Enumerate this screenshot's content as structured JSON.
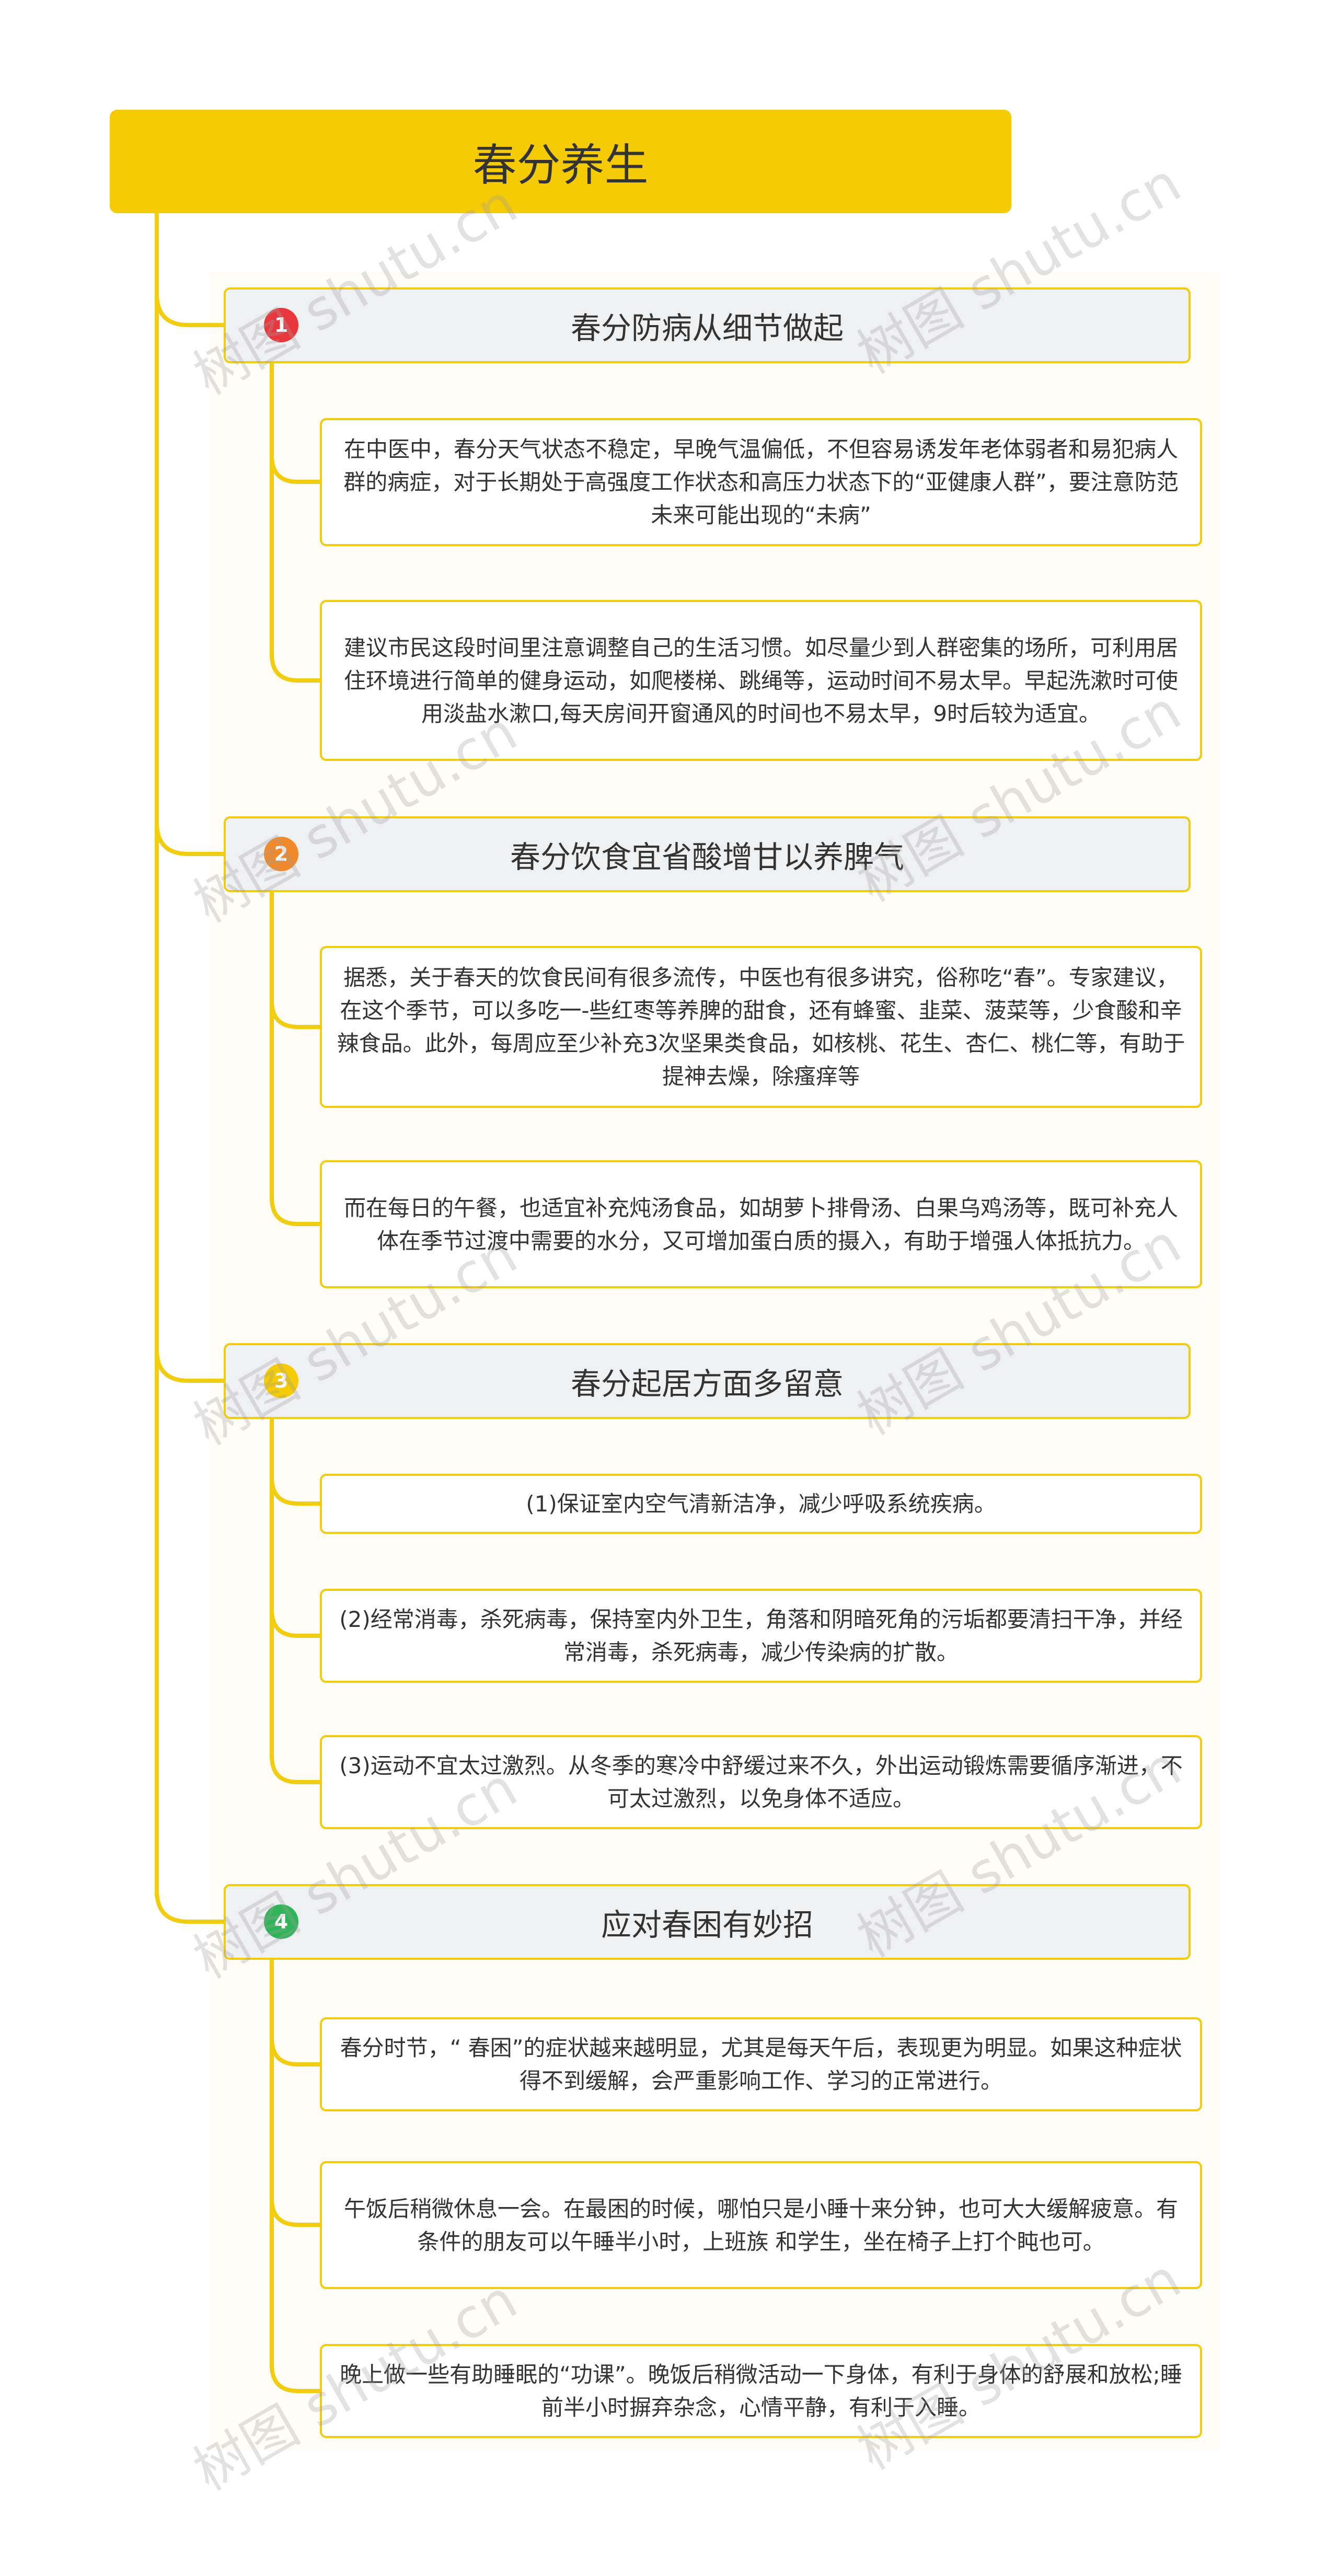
{
  "title": "春分养生",
  "colors": {
    "root_fill": "#f5cb05",
    "line": "#f2cc0e",
    "topic_fill": "#eff0f2",
    "badge_1": "#e8383d",
    "badge_2": "#f08a2c",
    "badge_3": "#f5cb05",
    "badge_4": "#2fb457"
  },
  "watermark": "树图 shutu.cn",
  "topics": [
    {
      "number": "1",
      "label": "春分防病从细节做起",
      "items": [
        "在中医中，春分天气状态不稳定，早晚气温偏低，不但容易诱发年老体弱者和易犯病人群的病症，对于长期处于高强度工作状态和高压力状态下的“亚健康人群”，要注意防范未来可能出现的“未病”",
        "建议市民这段时间里注意调整自己的生活习惯。如尽量少到人群密集的场所，可利用居住环境进行简单的健身运动，如爬楼梯、跳绳等，运动时间不易太早。早起洗漱时可使用淡盐水漱口,每天房间开窗通风的时间也不易太早，9时后较为适宜。"
      ]
    },
    {
      "number": "2",
      "label": "春分饮食宜省酸增甘以养脾气",
      "items": [
        "据悉，关于春天的饮食民间有很多流传，中医也有很多讲究，俗称吃“春”。专家建议，在这个季节，可以多吃一-些红枣等养脾的甜食，还有蜂蜜、韭菜、菠菜等，少食酸和辛辣食品。此外，每周应至少补充3次坚果类食品，如核桃、花生、杏仁、桃仁等，有助于提神去燥，除瘙痒等",
        "而在每日的午餐，也适宜补充炖汤食品，如胡萝卜排骨汤、白果乌鸡汤等，既可补充人体在季节过渡中需要的水分，又可增加蛋白质的摄入，有助于增强人体抵抗力。"
      ]
    },
    {
      "number": "3",
      "label": "春分起居方面多留意",
      "items": [
        "(1)保证室内空气清新洁净，减少呼吸系统疾病。",
        "(2)经常消毒，杀死病毒，保持室内外卫生，角落和阴暗死角的污垢都要清扫干净，并经常消毒，杀死病毒，减少传染病的扩散。",
        "(3)运动不宜太过激烈。从冬季的寒冷中舒缓过来不久，外出运动锻炼需要循序渐进，不可太过激烈，以免身体不适应。"
      ]
    },
    {
      "number": "4",
      "label": "应对春困有妙招",
      "items": [
        "春分时节，“ 春困”的症状越来越明显，尤其是每天午后，表现更为明显。如果这种症状得不到缓解，会严重影响工作、学习的正常进行。",
        "午饭后稍微休息一会。在最困的时候，哪怕只是小睡十来分钟，也可大大缓解疲意。有条件的朋友可以午睡半小时，上班族 和学生，坐在椅子上打个盹也可。",
        "晚上做一些有助睡眠的“功课”。晚饭后稍微活动一下身体，有利于身体的舒展和放松;睡前半小时摒弃杂念，心情平静，有利于入睡。"
      ]
    }
  ]
}
